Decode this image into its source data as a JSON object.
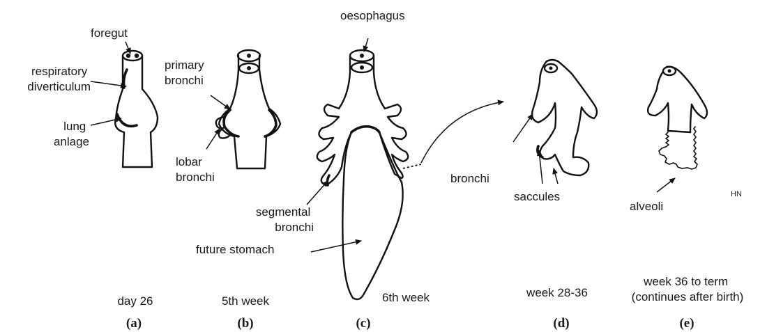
{
  "labels": {
    "foregut": "foregut",
    "respiratory_diverticulum": [
      "respiratory",
      "diverticulum"
    ],
    "lung_anlage": [
      "lung",
      "anlage"
    ],
    "primary_bronchi": [
      "primary",
      "bronchi"
    ],
    "lobar_bronchi": [
      "lobar",
      "bronchi"
    ],
    "oesophagus": "oesophagus",
    "segmental_bronchi": [
      "segmental",
      "bronchi"
    ],
    "future_stomach": "future stomach",
    "bronchi": "bronchi",
    "saccules": "saccules",
    "alveoli": "alveoli",
    "signature": "HN"
  },
  "stages": [
    {
      "panel": "(a)",
      "caption": [
        "day 26"
      ]
    },
    {
      "panel": "(b)",
      "caption": [
        "5th week"
      ]
    },
    {
      "panel": "(c)",
      "caption": [
        "6th week"
      ]
    },
    {
      "panel": "(d)",
      "caption": [
        "week 28-36"
      ]
    },
    {
      "panel": "(e)",
      "caption": [
        "week 36 to term",
        "(continues after birth)"
      ]
    }
  ]
}
